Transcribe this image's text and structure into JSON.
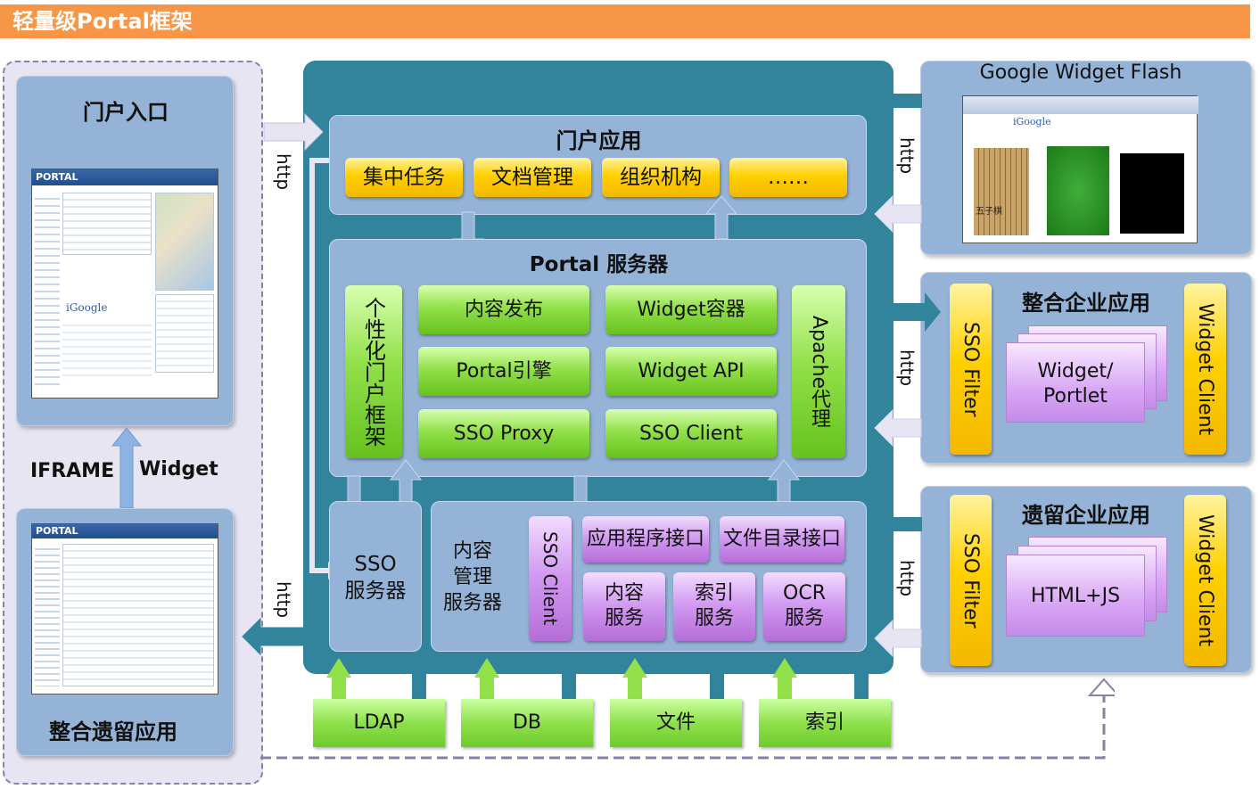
{
  "title": "轻量级Portal框架",
  "left": {
    "portal_entry": "门户入口",
    "legacy_integration": "整合遗留应用",
    "iframe_label": "IFRAME",
    "widget_label": "Widget",
    "screenshot_logo": "PORTAL",
    "igoogle_logo": "iGoogle"
  },
  "http": "http",
  "portal_apps": {
    "title": "门户应用",
    "items": [
      "集中任务",
      "文档管理",
      "组织机构",
      "……"
    ]
  },
  "portal_server": {
    "title": "Portal 服务器",
    "left_vertical": "个性化门户框架",
    "right_vertical": "Apache代理",
    "grid": [
      "内容发布",
      "Widget容器",
      "Portal引擎",
      "Widget API",
      "SSO Proxy",
      "SSO Client"
    ]
  },
  "sso_server": "SSO\n服务器",
  "content_server": {
    "title": "内容\n管理\n服务器",
    "sso_client": "SSO Client",
    "apis": [
      "应用程序接口",
      "文件目录接口"
    ],
    "services": [
      "内容\n服务",
      "索引\n服务",
      "OCR\n服务"
    ]
  },
  "bottom": [
    "LDAP",
    "DB",
    "文件",
    "索引"
  ],
  "google_widget": {
    "title": "Google Widget Flash",
    "logo": "iGoogle",
    "game_label": "五子棋"
  },
  "enterprise": {
    "title": "整合企业应用",
    "left": "SSO Filter",
    "right": "Widget Client",
    "doc": "Widget/\nPortlet"
  },
  "legacy": {
    "title": "遗留企业应用",
    "left": "SSO Filter",
    "right": "Widget Client",
    "doc": "HTML+JS"
  },
  "colors": {
    "title_bar": "#f79646",
    "teal": "#31849b",
    "panel": "#95b3d7",
    "yellow": "#ffd000",
    "green": "#92e04a",
    "purple": "#d096f0"
  }
}
